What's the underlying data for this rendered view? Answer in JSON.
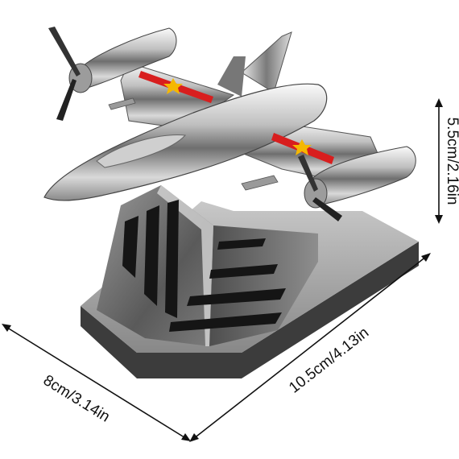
{
  "product": {
    "description_icon": "jet-fighter-air-freshener",
    "star_color": "#f5b800",
    "stripe_color": "#d81e1e",
    "chrome_light": "#f2f2f2",
    "chrome_dark": "#4a4a4a"
  },
  "dimensions": {
    "height_label": "5.5cm/2.16in",
    "depth_label": "8cm/3.14in",
    "width_label": "10.5cm/4.13in"
  }
}
